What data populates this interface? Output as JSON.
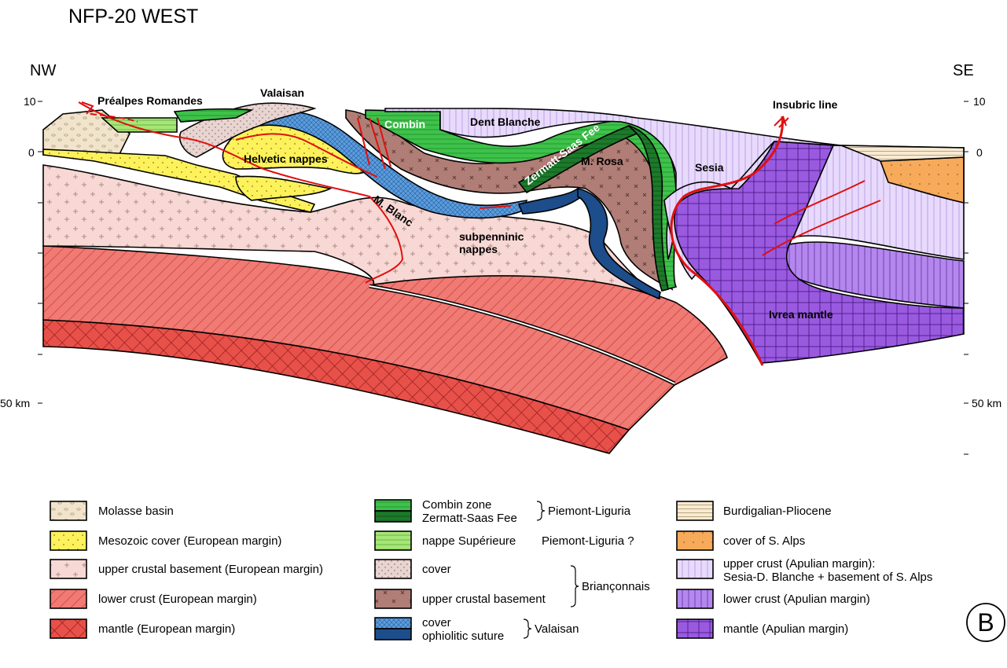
{
  "title": "NFP-20 WEST",
  "orientation": {
    "left": "NW",
    "right": "SE"
  },
  "axis_ticks": {
    "left_top": "10",
    "left_zero": "0",
    "left_bottom": "50 km",
    "right_top": "10",
    "right_zero": "0",
    "right_bottom": "50 km"
  },
  "section_labels": {
    "prealpes": "Préalpes Romandes",
    "valaisan": "Valaisan",
    "helvetic": "Helvetic nappes",
    "combin": "Combin",
    "dent_blanche": "Dent Blanche",
    "zermatt": "Zermatt-Saas Fee",
    "m_rosa": "M. Rosa",
    "sesia": "Sesia",
    "insubric": "Insubric line",
    "m_blanc": "M. Blanc",
    "subpenninic_1": "subpenninic",
    "subpenninic_2": "nappes",
    "ivrea": "Ivrea mantle"
  },
  "legend": {
    "col1": [
      {
        "label": "Molasse basin",
        "color": "#f2e4cc"
      },
      {
        "label": "Mesozoic cover (European margin)",
        "color": "#fdf25c"
      },
      {
        "label": "upper crustal basement (European margin)",
        "color": "#f8d8d4"
      },
      {
        "label": "lower crust (European margin)",
        "color": "#f07a74"
      },
      {
        "label": "mantle (European margin)",
        "color": "#e8504a"
      }
    ],
    "col2": [
      {
        "label_a": "Combin zone",
        "label_b": "Zermatt-Saas Fee",
        "color_a": "#3ec24a",
        "color_b": "#1c7a2a"
      },
      {
        "label": "nappe Supérieure",
        "color": "#a6e676"
      },
      {
        "label": "cover",
        "color": "#e8d4d0"
      },
      {
        "label": "upper crustal basement",
        "color": "#b07e76"
      },
      {
        "label_a": "cover",
        "label_b": "ophiolitic suture",
        "color_a": "#5a9ede",
        "color_b": "#1d4d8a"
      }
    ],
    "col2_groups": {
      "piemont": "Piemont-Liguria",
      "piemont_q": "Piemont-Liguria ?",
      "brianconnais": "Briançonnais",
      "valaisan": "Valaisan"
    },
    "col3": [
      {
        "label": "Burdigalian-Pliocene",
        "color": "#f8ead2"
      },
      {
        "label": "cover of S. Alps",
        "color": "#f6aa5a"
      },
      {
        "label_a": "upper crust (Apulian margin):",
        "label_b": "Sesia-D. Blanche + basement of S. Alps",
        "color": "#e8dafc"
      },
      {
        "label": "lower crust (Apulian margin)",
        "color": "#b487ee"
      },
      {
        "label": "mantle (Apulian margin)",
        "color": "#9a5ae0"
      }
    ]
  },
  "corner_badge": "B"
}
